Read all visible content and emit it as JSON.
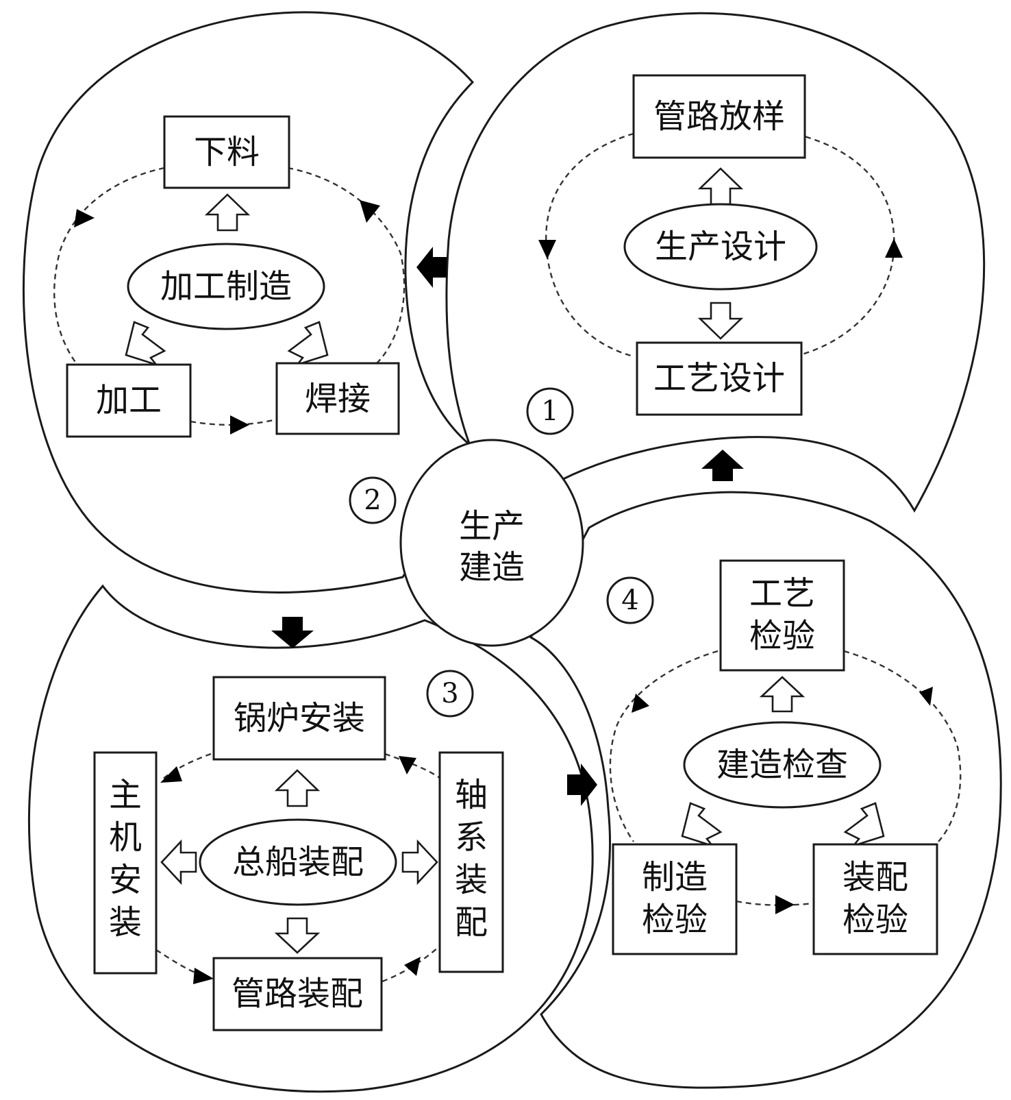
{
  "center": {
    "line1": "生产",
    "line2": "建造"
  },
  "stage1": {
    "number": "1",
    "hub": "生产设计",
    "top": "管路放样",
    "bottom": "工艺设计"
  },
  "stage2": {
    "number": "2",
    "hub": "加工制造",
    "top": "下料",
    "left": "加工",
    "right": "焊接"
  },
  "stage3": {
    "number": "3",
    "hub": "总船装配",
    "top": "锅炉安装",
    "bottom": "管路装配",
    "left_chars": [
      "主",
      "机",
      "安",
      "装"
    ],
    "right_chars": [
      "轴",
      "系",
      "装",
      "配"
    ]
  },
  "stage4": {
    "number": "4",
    "hub": "建造检查",
    "top": {
      "line1": "工艺",
      "line2": "检验"
    },
    "left": {
      "line1": "制造",
      "line2": "检验"
    },
    "right": {
      "line1": "装配",
      "line2": "检验"
    }
  },
  "colors": {
    "stroke": "#1a1a1a",
    "fill": "#ffffff",
    "arrow_solid": "#000000"
  },
  "icons": [
    "solid-arrow-icon",
    "hollow-arrow-icon",
    "dashed-cycle-arrow-icon"
  ]
}
